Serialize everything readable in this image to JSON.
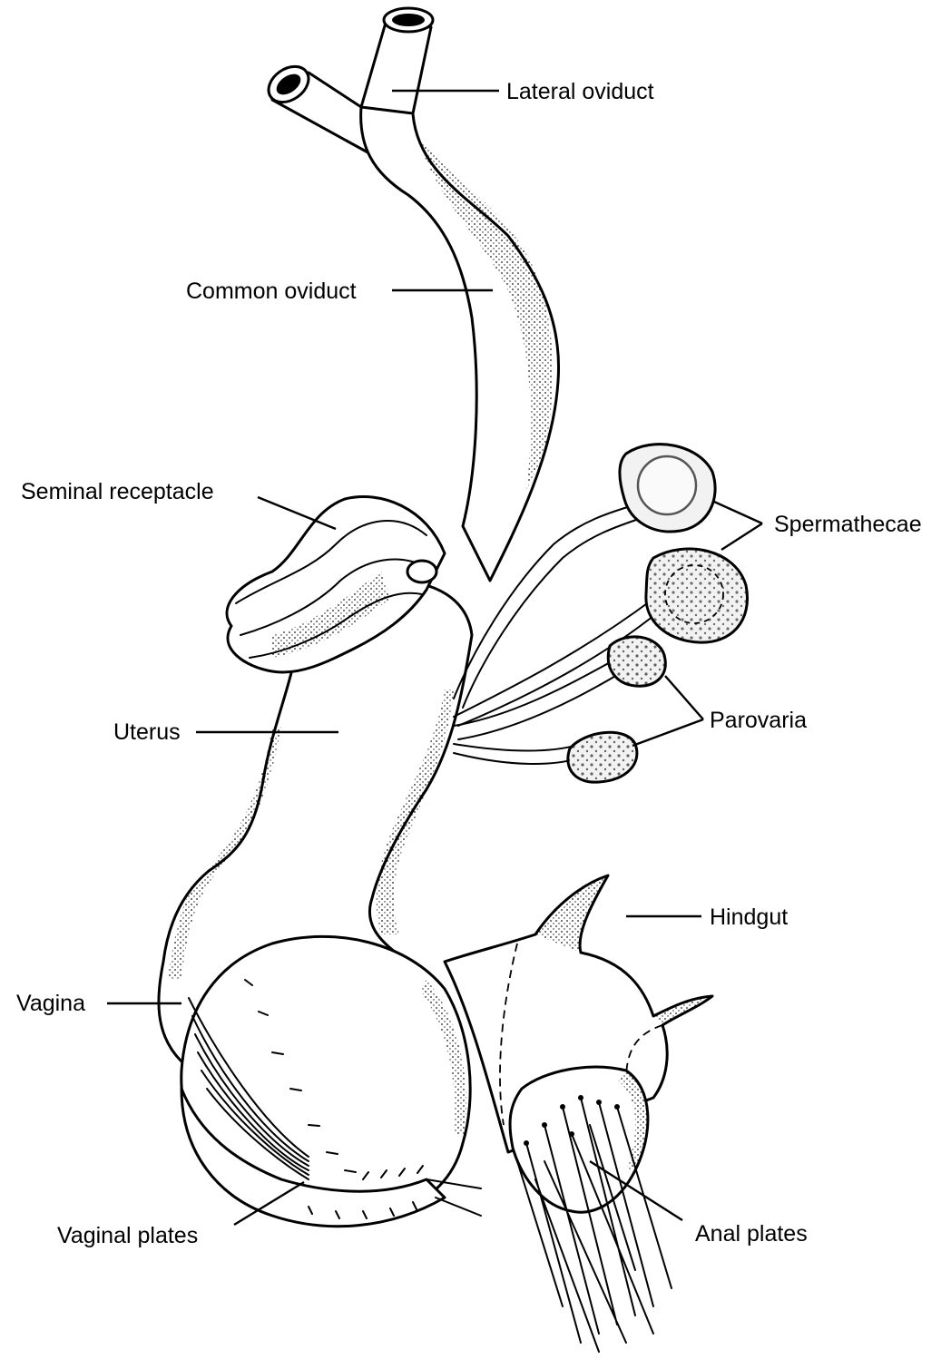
{
  "labels": {
    "lateral_oviduct": "Lateral oviduct",
    "common_oviduct": "Common oviduct",
    "seminal_receptacle": "Seminal receptacle",
    "spermathecae": "Spermathecae",
    "parovaria": "Parovaria",
    "uterus": "Uterus",
    "hindgut": "Hindgut",
    "vagina": "Vagina",
    "vaginal_plates": "Vaginal plates",
    "anal_plates": "Anal plates"
  },
  "colors": {
    "ink": "#000000",
    "paper": "#ffffff"
  }
}
